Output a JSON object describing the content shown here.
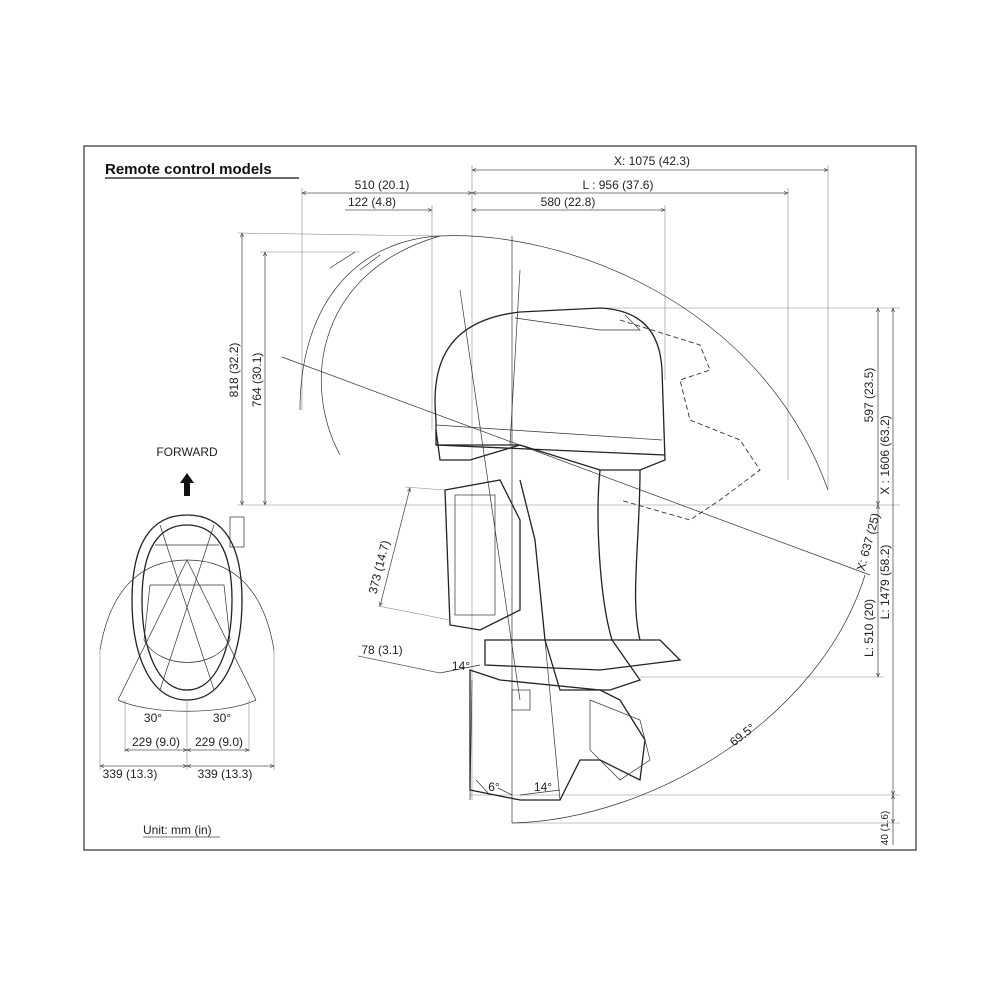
{
  "title": "Remote control models",
  "unit_note": "Unit: mm (in)",
  "forward_label": "FORWARD",
  "top_dimensions": {
    "x_total": "X: 1075 (42.3)",
    "rear_510": "510 (20.1)",
    "l_total": "L : 956 (37.6)",
    "d_122": "122 (4.8)",
    "d_580": "580 (22.8)"
  },
  "left_dimensions": {
    "h_818": "818 (32.2)",
    "h_764": "764 (30.1)"
  },
  "right_dimensions": {
    "h_597": "597 (23.5)",
    "x_1606": "X : 1606 (63.2)",
    "l_1479": "L: 1479 (58.2)",
    "x_637": "X: 637 (25)",
    "l_510": "L: 510 (20)",
    "d_40": "40 (1.6)"
  },
  "bracket_dimensions": {
    "d_373": "373 (14.7)",
    "d_78": "78 (3.1)",
    "angle_14_top": "14°",
    "angle_69_5": "69.5°",
    "angle_6": "6°",
    "angle_14_bottom": "14°"
  },
  "top_view": {
    "angle_left": "30°",
    "angle_right": "30°",
    "d_229_left": "229 (9.0)",
    "d_229_right": "229 (9.0)",
    "d_339_left": "339 (13.3)",
    "d_339_right": "339 (13.3)"
  }
}
